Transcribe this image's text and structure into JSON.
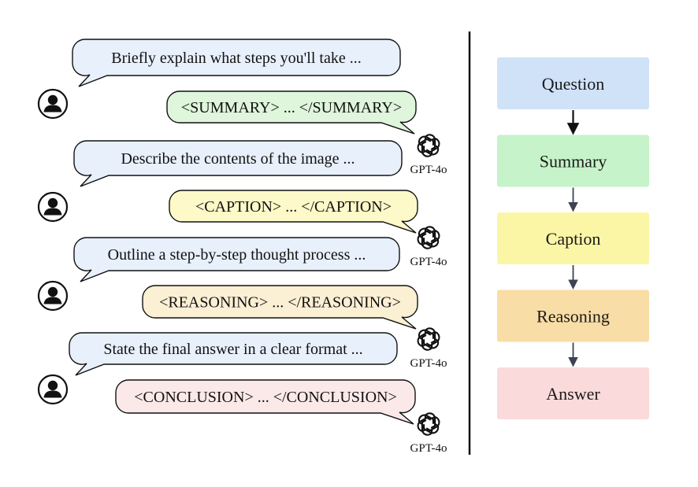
{
  "chat": [
    {
      "role": "user",
      "text": "Briefly explain what steps you'll take ..."
    },
    {
      "role": "assistant",
      "text": "<SUMMARY> ... </SUMMARY>",
      "fill": "#dff5dc"
    },
    {
      "role": "user",
      "text": "Describe the contents of the image ..."
    },
    {
      "role": "assistant",
      "text": "<CAPTION> ... </CAPTION>",
      "fill": "#fdf9c8"
    },
    {
      "role": "user",
      "text": "Outline a step-by-step thought process ..."
    },
    {
      "role": "assistant",
      "text": "<REASONING> ... </REASONING>",
      "fill": "#fbefd4"
    },
    {
      "role": "user",
      "text": "State the final answer in a clear format ..."
    },
    {
      "role": "assistant",
      "text": "<CONCLUSION> ... </CONCLUSION>",
      "fill": "#fbe9e9"
    }
  ],
  "assistant_label": "GPT-4o",
  "user_bubble_fill": "#e8f0fc",
  "stages": [
    {
      "label": "Question",
      "color": "#cfe2f8"
    },
    {
      "label": "Summary",
      "color": "#c6f3c9"
    },
    {
      "label": "Caption",
      "color": "#fbf6a6"
    },
    {
      "label": "Reasoning",
      "color": "#f9dda6"
    },
    {
      "label": "Answer",
      "color": "#fbdadb"
    }
  ],
  "icons": {
    "user": "user-avatar-icon",
    "assistant": "openai-logo-icon"
  }
}
